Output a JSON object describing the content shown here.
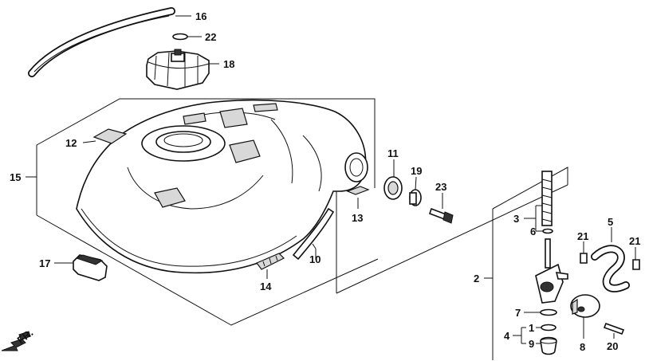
{
  "diagram": {
    "callouts": [
      "16",
      "22",
      "18",
      "12",
      "15",
      "11",
      "19",
      "23",
      "13",
      "17",
      "10",
      "14",
      "3",
      "6",
      "5",
      "21",
      "21",
      "2",
      "7",
      "1",
      "4",
      "9",
      "8",
      "20"
    ],
    "direction_label": "FR."
  }
}
